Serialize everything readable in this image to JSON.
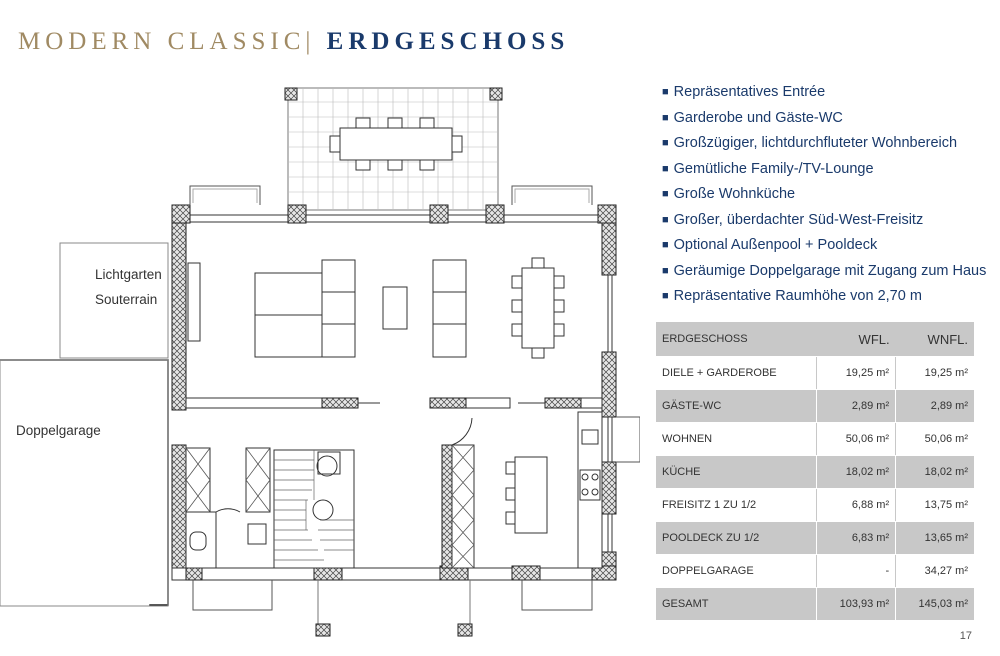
{
  "header": {
    "title_brand": "MODERN CLASSIC|",
    "title_floor": "ERDGESCHOSS"
  },
  "features": [
    "Repräsentatives Entrée",
    "Garderobe und Gäste-WC",
    "Großzügiger, lichtdurchfluteter Wohnbereich",
    "Gemütliche Family-/TV-Lounge",
    "Große Wohnküche",
    "Großer, überdachter Süd-West-Freisitz",
    "Optional Außenpool + Pooldeck",
    "Geräumige Doppelgarage mit Zugang zum Haus",
    "Repräsentative Raumhöhe von 2,70 m"
  ],
  "plan_labels": {
    "lichtgarten": "Lichtgarten",
    "souterrain": "Souterrain",
    "garage": "Doppelgarage"
  },
  "area_table": {
    "headers": [
      "ERDGESCHOSS",
      "WFL.",
      "WNFL."
    ],
    "rows": [
      {
        "name": "DIELE + GARDEROBE",
        "wfl": "19,25 m²",
        "wnfl": "19,25 m²"
      },
      {
        "name": "GÄSTE-WC",
        "wfl": "2,89 m²",
        "wnfl": "2,89 m²"
      },
      {
        "name": "WOHNEN",
        "wfl": "50,06 m²",
        "wnfl": "50,06 m²"
      },
      {
        "name": "KÜCHE",
        "wfl": "18,02 m²",
        "wnfl": "18,02 m²"
      },
      {
        "name": "FREISITZ 1  ZU 1/2",
        "wfl": "6,88 m²",
        "wnfl": "13,75 m²"
      },
      {
        "name": " POOLDECK ZU 1/2",
        "wfl": "6,83 m²",
        "wnfl": "13,65 m²"
      },
      {
        "name": "DOPPELGARAGE",
        "wfl": "-",
        "wnfl": "34,27 m²"
      },
      {
        "name": "GESAMT",
        "wfl": "103,93 m²",
        "wnfl": "145,03 m²"
      }
    ]
  },
  "page_number": "17"
}
